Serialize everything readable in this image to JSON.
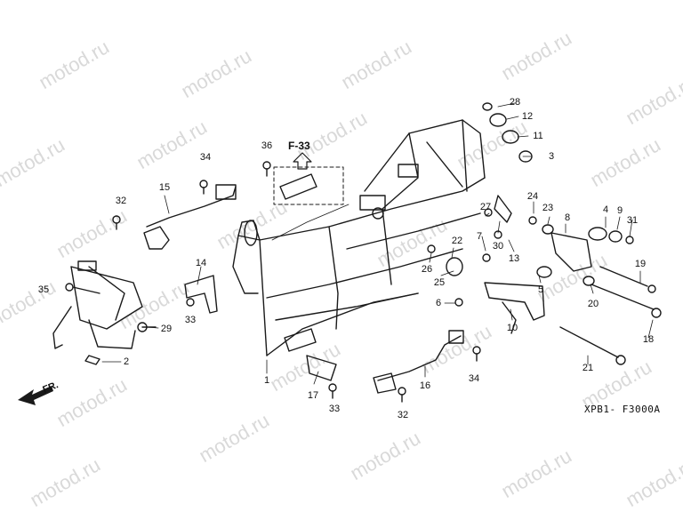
{
  "watermark": "motod.ru",
  "section_ref": "F-33",
  "diagram_code": "XPB1- F3000A",
  "front_label": "FR.",
  "callouts": [
    "1",
    "2",
    "3",
    "4",
    "5",
    "6",
    "7",
    "8",
    "9",
    "10",
    "11",
    "12",
    "13",
    "14",
    "15",
    "16",
    "17",
    "18",
    "19",
    "20",
    "21",
    "22",
    "23",
    "24",
    "25",
    "26",
    "27",
    "28",
    "29",
    "30",
    "31",
    "32",
    "33",
    "33",
    "34",
    "34",
    "35",
    "36"
  ],
  "colors": {
    "line": "#1a1a1a",
    "watermark": "#d9d9d9",
    "background": "#ffffff"
  }
}
